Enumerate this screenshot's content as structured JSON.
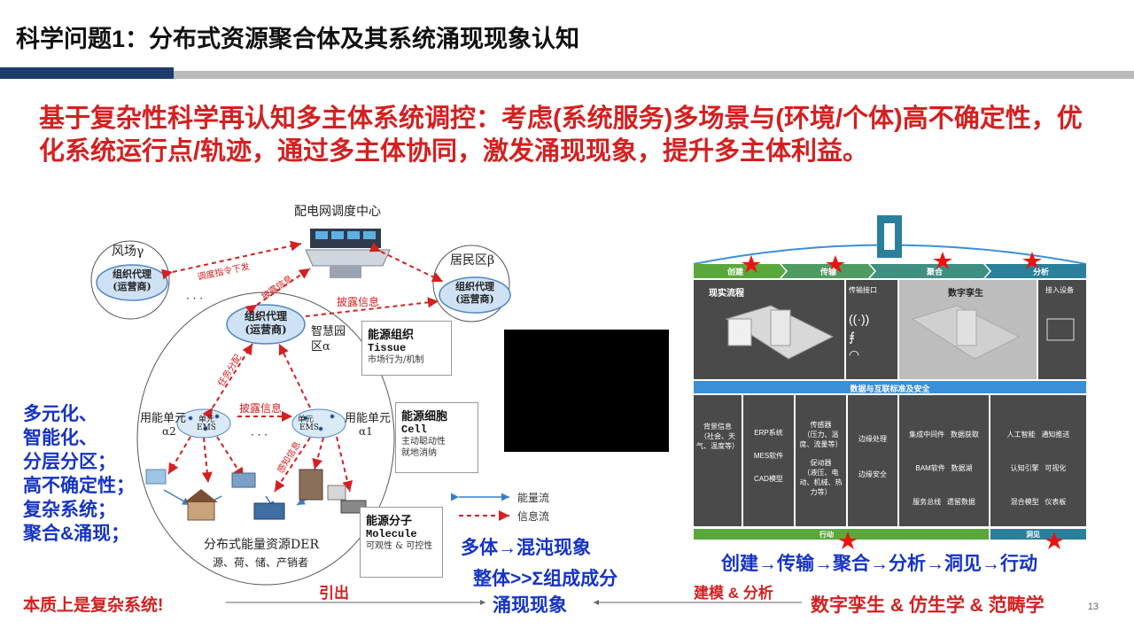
{
  "page_title": "科学问题1：分布式资源聚合体及其系统涌现现象认知",
  "headline": "基于复杂性科学再认知多主体系统调控：考虑(系统服务)多场景与(环境/个体)高不确定性，优化系统运行点/轨迹，通过多主体协同，激发涌现现象，提升多主体利益。",
  "features": [
    "多元化、",
    "智能化、",
    "分层分区；",
    "高不确定性；",
    "复杂系统；",
    "聚合&涌现；"
  ],
  "diagram": {
    "control_center": "配电网调度中心",
    "wind_farm": "风场γ",
    "residential": "居民区β",
    "park": "智慧园区α",
    "agent_title": "组织代理",
    "agent_sub": "(运营商)",
    "dispatch_cmd": "调度指令下发",
    "disclose_info": "披露信息",
    "task_assign": "任务分配",
    "unit_left": "用能单元",
    "unit_left_sub": "α2",
    "unit_right": "用能单元",
    "unit_right_sub": "α1",
    "unit_inner": "单元",
    "ems": "EMS",
    "perceive_info": "感知信息",
    "der_title": "分布式能量资源DER",
    "der_sub": "源、荷、储、产销者",
    "ellipsis": "· · ·",
    "tissue": {
      "cn": "能源组织",
      "en": "Tissue",
      "desc": "市场行为/机制"
    },
    "cell": {
      "cn": "能源细胞",
      "en": "Cell",
      "desc1": "主动聪动性",
      "desc2": "就地消纳"
    },
    "molecule": {
      "cn": "能源分子",
      "en": "Molecule",
      "desc": "可观性 & 可控性"
    }
  },
  "legend": {
    "energy_flow": "能量流",
    "info_flow": "信息流"
  },
  "emergence": {
    "many_body": "多体→混沌现象",
    "whole": "整体>>Σ组成成分",
    "emergence": "涌现现象",
    "lead_out": "引出",
    "essence": "本质上是复杂系统!",
    "modeling": "建模 & 分析",
    "twin": "数字孪生 & 仿生学 & 范畴学",
    "pipeline": "创建→传输→聚合→分析→洞见→行动"
  },
  "right_panel": {
    "stages": [
      "创建",
      "传输",
      "聚合",
      "分析"
    ],
    "top_cells": [
      "现实流程",
      "传输接口",
      "数字孪生",
      "接入设备"
    ],
    "middle_bar": "数据与互联标准及安全",
    "bottom_cells": [
      [
        "背景信息",
        "（社会、天气、温度等）"
      ],
      [
        "ERP系统",
        "MES软件",
        "CAD模型"
      ],
      [
        "传感器",
        "（压力、温度、流量等）",
        "促动器",
        "（液压、电动、机械、热力等）"
      ],
      [
        "边缘处理",
        "边缘安全"
      ],
      [
        "集成中间件",
        "数据获取",
        "BAM软件",
        "数据湖",
        "服务总线",
        "遗留数据"
      ],
      [
        "人工智能",
        "通知推送",
        "认知引擎",
        "可视化",
        "混合模型",
        "仪表板"
      ]
    ],
    "bottom_stages": [
      "行动",
      "洞见"
    ],
    "colors": {
      "dark": "#4a4a4a",
      "blue": "#3b8fd6",
      "green": "#5aa83c",
      "teal": "#2a7f9a"
    }
  },
  "page_number": "13"
}
